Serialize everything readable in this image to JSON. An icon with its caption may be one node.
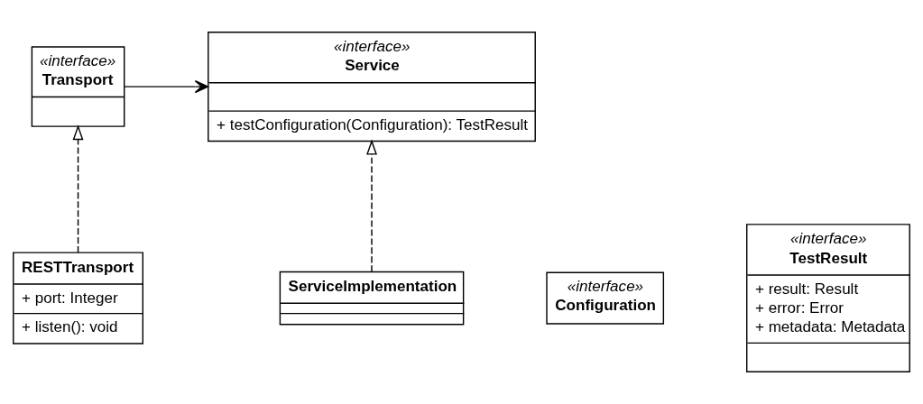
{
  "diagram": {
    "nodes": [
      {
        "text": [
          "«interface»",
          "Transport"
        ]
      },
      {
        "text": [
          "«interface»",
          "Service",
          "+ testConfiguration(Configuration): TestResult"
        ]
      },
      {
        "text": [
          "RESTTransport",
          "+ port: Integer",
          "+ listen(): void"
        ]
      },
      {
        "text": [
          "«interface»",
          "Configuration"
        ]
      },
      {
        "text": [
          "ServiceImplementation"
        ]
      },
      {
        "text": [
          "«interface»",
          "TestResult",
          "+ result: Result",
          "+ error: Error",
          "+ metadata: Metadata"
        ]
      }
    ],
    "edges": [
      {
        "from": 0,
        "to": 1,
        "arrow": "to"
      },
      {
        "from": 2,
        "to": 0,
        "arrow": "to",
        "style": "dashed"
      },
      {
        "from": 4,
        "to": 1,
        "arrow": "to",
        "style": "dashed"
      }
    ]
  }
}
